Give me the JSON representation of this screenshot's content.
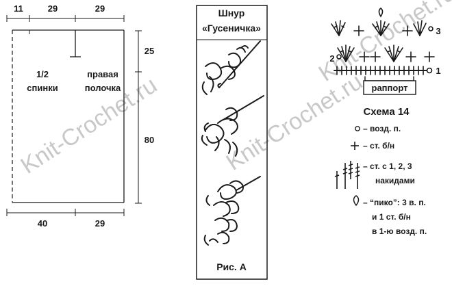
{
  "watermark": "Knit-Crochet.ru",
  "pattern": {
    "dims": {
      "top_a": "11",
      "top_b": "29",
      "top_c": "29",
      "right_top": "25",
      "right_main": "80",
      "bottom_a": "40",
      "bottom_b": "29"
    },
    "back_label_1": "1/2",
    "back_label_2": "спинки",
    "front_label_1": "правая",
    "front_label_2": "полочка"
  },
  "cord": {
    "title_1": "Шнур",
    "title_2": "«Гусеничка»",
    "figure_label": "Рис. А"
  },
  "scheme": {
    "title": "Схема 14",
    "repeat_label": "раппорт",
    "row_labels": [
      "1",
      "2",
      "3"
    ],
    "legend": [
      {
        "symbol": "chain-icon",
        "text": "– возд. п."
      },
      {
        "symbol": "sc-icon",
        "text": "– ст. б/н"
      },
      {
        "symbol": "dc-icons",
        "text": "– ст. с 1, 2, 3",
        "text2": "накидами"
      },
      {
        "symbol": "picot-icon",
        "text": "– “пико”: 3 в. п.",
        "text2": "и 1 ст. б/н",
        "text3": "в 1-ю возд. п."
      }
    ]
  }
}
